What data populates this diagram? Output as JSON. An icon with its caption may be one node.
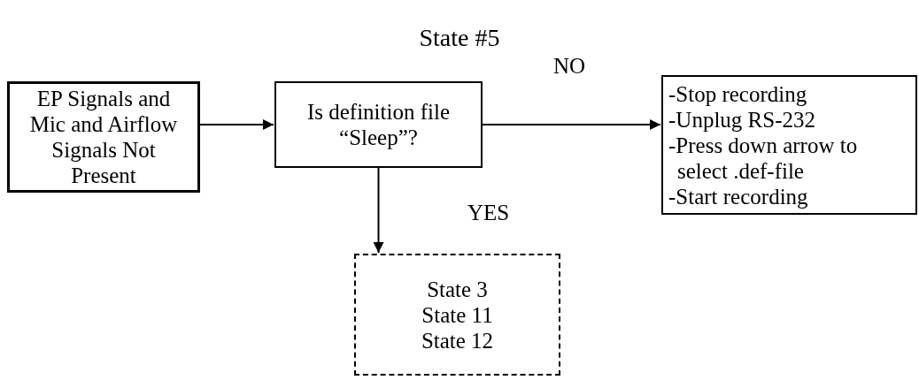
{
  "diagram": {
    "title": "State #5",
    "nodes": [
      {
        "text": [
          "EP Signals and Mic and Airflow Signals Not Present"
        ]
      },
      {
        "text": [
          "Is definition file “Sleep”?"
        ]
      },
      {
        "text": [
          "-Stop recording",
          "-Unplug RS-232",
          "-Press down arrow to select .def-file",
          "-Start recording"
        ]
      },
      {
        "text": [
          "State 3",
          "State 11",
          "State 12"
        ]
      }
    ],
    "edges": [
      {
        "from": 0,
        "to": 1,
        "arrow": "to"
      },
      {
        "from": 1,
        "to": 2,
        "arrow": "to",
        "label": "NO"
      },
      {
        "from": 1,
        "to": 3,
        "arrow": "to",
        "label": "YES"
      }
    ]
  }
}
